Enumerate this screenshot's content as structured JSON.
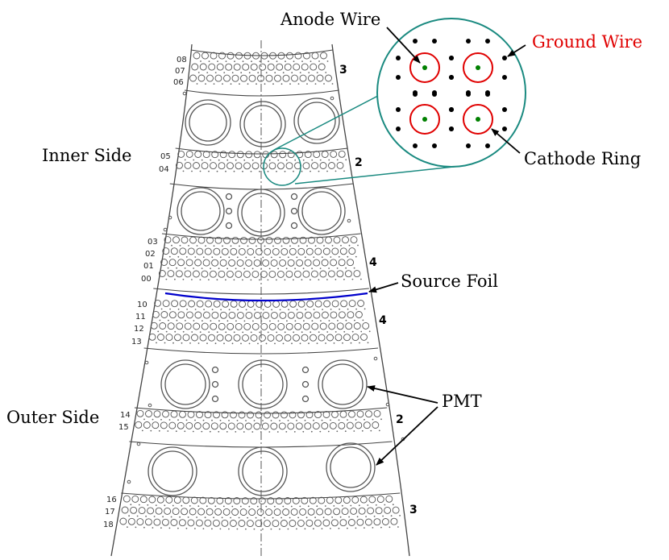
{
  "labels": {
    "anode_wire": "Anode Wire",
    "ground_wire": "Ground Wire",
    "inner_side": "Inner Side",
    "cathode_ring": "Cathode Ring",
    "source_foil": "Source Foil",
    "outer_side": "Outer Side",
    "pmt": "PMT"
  },
  "layer_numbers": {
    "l08": "08",
    "l07": "07",
    "l06": "06",
    "l05": "05",
    "l04": "04",
    "l03": "03",
    "l02": "02",
    "l01": "01",
    "l00": "00",
    "l10": "10",
    "l11": "11",
    "l12": "12",
    "l13": "13",
    "l14": "14",
    "l15": "15",
    "l16": "16",
    "l17": "17",
    "l18": "18"
  },
  "block_counts": {
    "b1": "3",
    "b2": "2",
    "b3": "4",
    "b4": "4",
    "b5": "2",
    "b6": "3"
  },
  "colors": {
    "ground_wire": "#e00000",
    "cathode_ring": "#e00000",
    "anode_wire": "#008000",
    "source_foil": "#0000cc",
    "zoom_circle": "#1a8a80",
    "outline": "#333333"
  }
}
